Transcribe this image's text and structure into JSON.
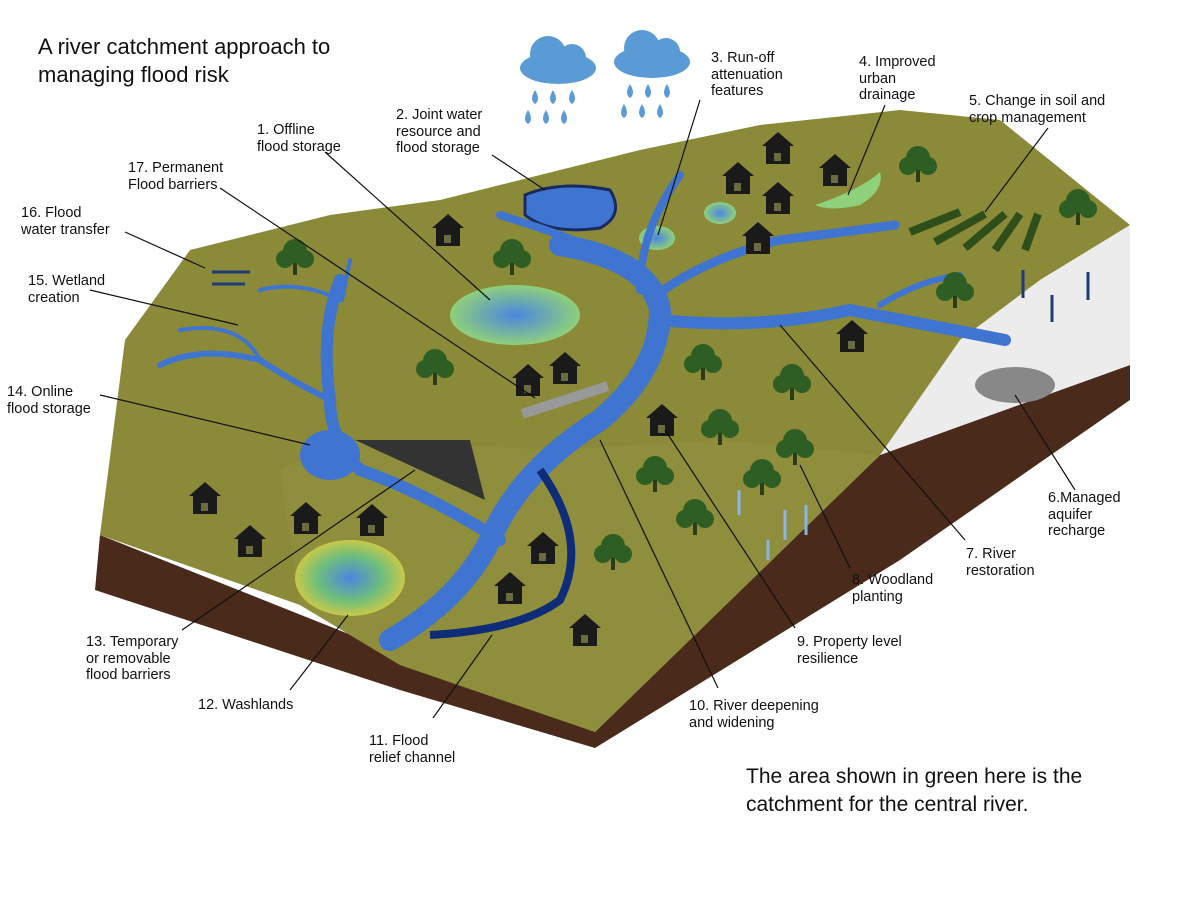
{
  "title": "A river catchment approach to managing flood risk",
  "note": "The area shown in green here is the catchment for the central river.",
  "colors": {
    "land": "#8a8a38",
    "river": "#3f74d0",
    "relief": "#0e2c78",
    "soil": "#4a2a1a",
    "chalk": "#ececec",
    "house": "#1a1a1a",
    "tree": "#2e5e24",
    "rain": "#5b9bd5"
  },
  "labels": [
    {
      "id": "offline",
      "text": "1. Offline\nflood storage"
    },
    {
      "id": "joint",
      "text": "2. Joint water\nresource and\nflood storage"
    },
    {
      "id": "runoff",
      "text": "3. Run-off\nattenuation\nfeatures"
    },
    {
      "id": "urban",
      "text": "4. Improved\nurban\ndrainage"
    },
    {
      "id": "soil",
      "text": "5. Change in soil and\ncrop management"
    },
    {
      "id": "aquifer",
      "text": "6.Managed\naquifer\nrecharge"
    },
    {
      "id": "restoration",
      "text": "7. River\nrestoration"
    },
    {
      "id": "woodland",
      "text": "8. Woodland\nplanting"
    },
    {
      "id": "property",
      "text": "9. Property level\nresilience"
    },
    {
      "id": "deepening",
      "text": "10. River deepening\nand widening"
    },
    {
      "id": "relief",
      "text": "11. Flood\nrelief channel"
    },
    {
      "id": "washlands",
      "text": "12. Washlands"
    },
    {
      "id": "temporary",
      "text": "13. Temporary\nor removable\nflood barriers"
    },
    {
      "id": "online",
      "text": "14. Online\nflood storage"
    },
    {
      "id": "wetland",
      "text": "15. Wetland\ncreation"
    },
    {
      "id": "transfer",
      "text": "16. Flood\nwater transfer"
    },
    {
      "id": "permanent",
      "text": "17. Permanent\nFlood barriers"
    }
  ]
}
